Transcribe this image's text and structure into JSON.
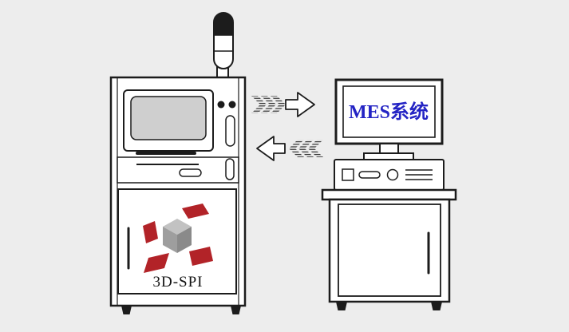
{
  "colors": {
    "background": "#ededed",
    "outline": "#1c1c1c",
    "accent_red": "#b22328",
    "screen_gray": "#cfcfcf",
    "cube_top_gray": "#c2c2c2",
    "cube_left_gray": "#9e9e9e",
    "cube_right_gray": "#8a8a8a",
    "mes_text_blue": "#2424c4"
  },
  "machine": {
    "label": "3D-SPI",
    "icons": {
      "signal_tower": "signal-tower-icon",
      "screen": "machine-screen",
      "indicator_dots": "indicator-dots-icon",
      "cube_logo": "3d-cube-logo-icon"
    }
  },
  "flow": {
    "to_mes": "arrow-right-icon",
    "from_mes": "arrow-left-icon"
  },
  "station": {
    "monitor_label": "MES系统",
    "icons": {
      "monitor": "monitor-icon",
      "pc_unit": "desktop-pc-icon",
      "table": "table-icon"
    }
  }
}
